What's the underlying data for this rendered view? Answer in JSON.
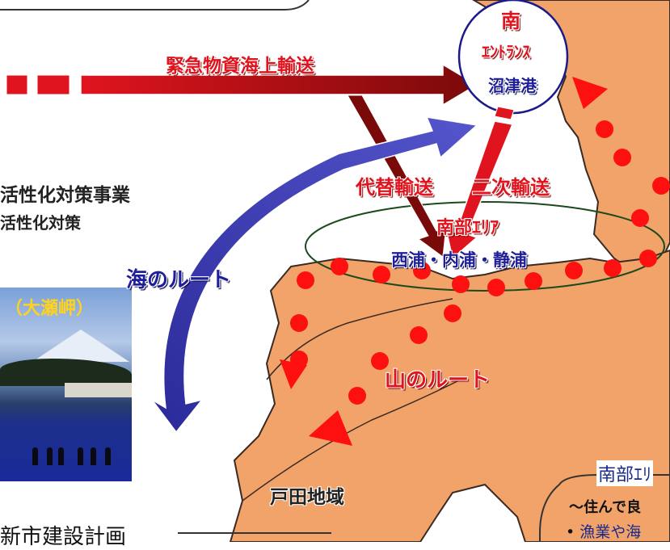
{
  "labels": {
    "emergency_sea": "緊急物資海上輸送",
    "south": "南",
    "entrance": "ｴﾝﾄﾗﾝｽ",
    "numazu_port": "沼津港",
    "alt_transport": "代替輸送",
    "secondary_transport": "二次輸送",
    "south_area": "南部ｴﾘｱ",
    "south_area_ports": "西浦・内浦・静浦",
    "sea_route": "海のルート",
    "mountain_route": "山のルート",
    "heda": "戸田地域",
    "project1": "活性化対策事業",
    "project2": "活性化対策",
    "photo_caption": "（大瀬岬）",
    "new_city": "新市建設計画",
    "south_area_box_title": "南部ｴﾘ",
    "box_subtitle": "～住んで良",
    "box_bullet": "漁業や海"
  },
  "colors": {
    "land": "#f2a36a",
    "land_stroke": "#3a2a22",
    "arrow_red": "#d8101a",
    "arrow_dark": "#7a0a0a",
    "sea_arrow": "#3a3aa8",
    "dots": "#ff1010",
    "ellipse": "#1c4a1c",
    "entrance_circle": "#1a1a8a"
  }
}
